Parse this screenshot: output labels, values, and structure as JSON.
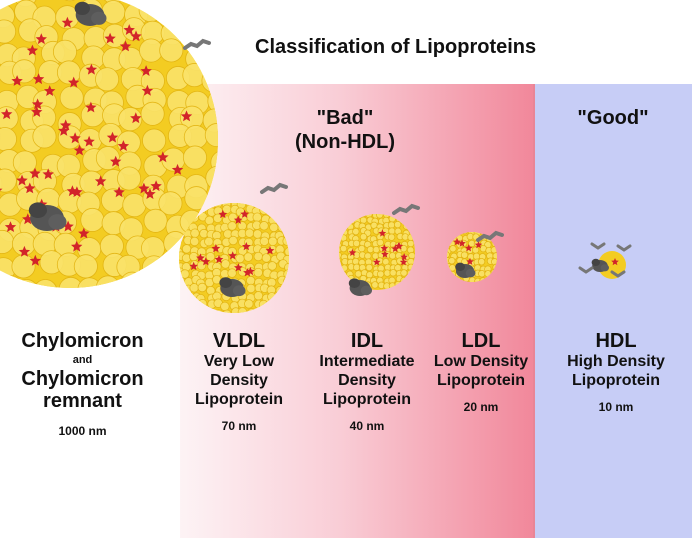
{
  "title": "Classification of Lipoproteins",
  "categories": {
    "bad": "\"Bad\"\n(Non-HDL)",
    "good": "\"Good\""
  },
  "colors": {
    "particle_fill": "#f3cc22",
    "particle_bubble": "#fae36a",
    "star": "#d2242a",
    "protein": "#555555",
    "bad_band_end": "#f1879a",
    "good_band": "#c7cdf6"
  },
  "lipoproteins": [
    {
      "name": "Chylomicron",
      "connector": "and",
      "name2": "Chylomicron remnant",
      "size": "1000 nm"
    },
    {
      "name": "VLDL",
      "full_name": "Very Low Density Lipoprotein",
      "size": "70 nm"
    },
    {
      "name": "IDL",
      "full_name": "Intermediate Density Lipoprotein",
      "size": "40 nm"
    },
    {
      "name": "LDL",
      "full_name": "Low Density Lipoprotein",
      "size": "20 nm"
    },
    {
      "name": "HDL",
      "full_name": "High Density Lipoprotein",
      "size": "10 nm"
    }
  ]
}
